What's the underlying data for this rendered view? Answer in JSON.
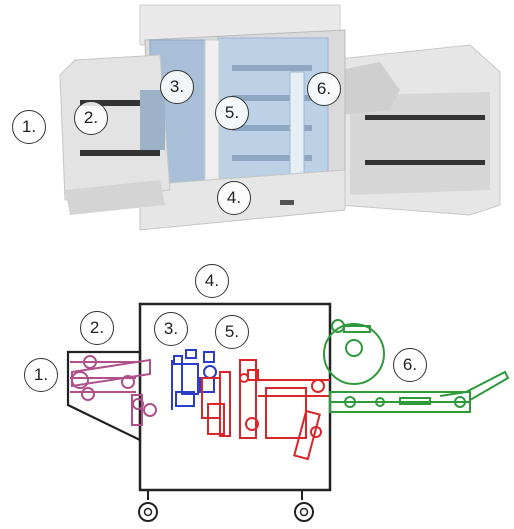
{
  "callouts": {
    "photo": [
      "1.",
      "2.",
      "3.",
      "4.",
      "5.",
      "6."
    ],
    "schematic": [
      "1.",
      "2.",
      "3.",
      "4.",
      "5.",
      "6."
    ]
  },
  "colors": {
    "module1_2": "#b0508a",
    "module3": "#2c3ec9",
    "module5": "#d8262b",
    "module6": "#2e9a3a",
    "frame": "#222222",
    "photo_body": "#dcdcdc",
    "photo_accent": "#a9c4e0"
  }
}
